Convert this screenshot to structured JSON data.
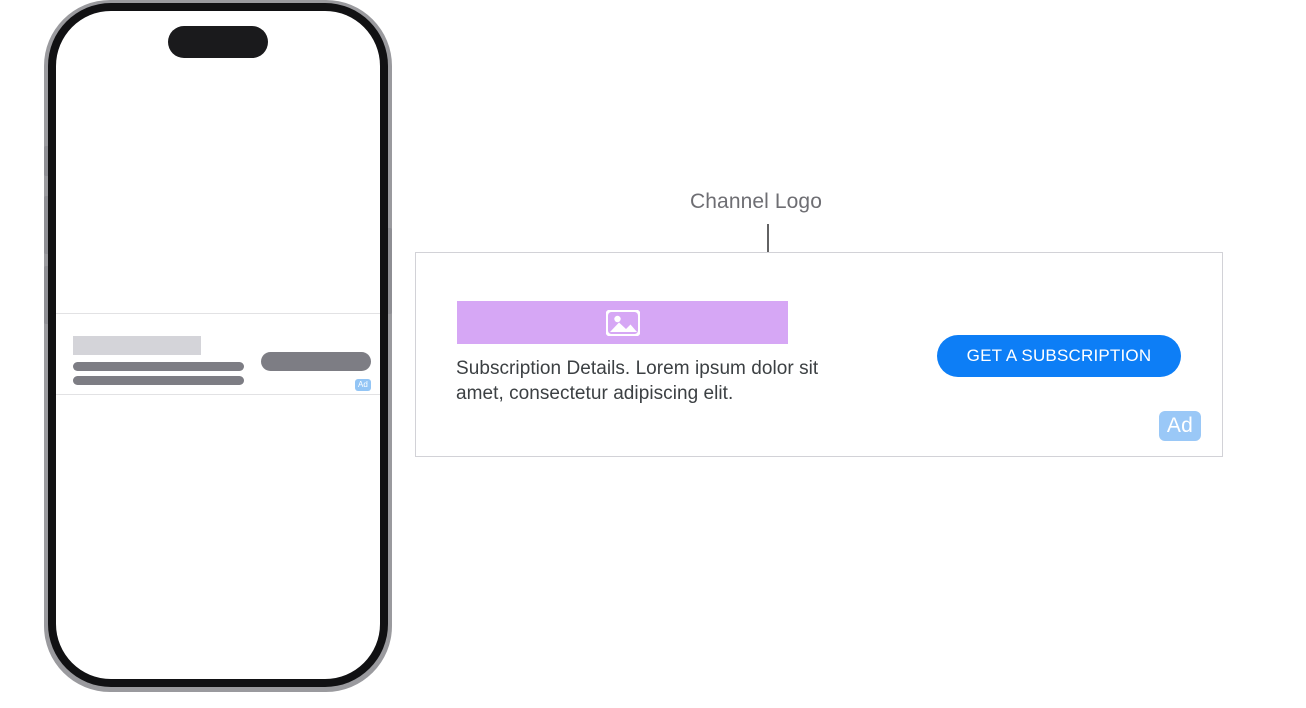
{
  "phone_mockup": {
    "name": "smartphone-mockup",
    "ad_banner": {
      "logo_placeholder": "",
      "text_line_1": "",
      "text_line_2": "",
      "cta_pill": "",
      "ad_badge": "Ad"
    }
  },
  "callout": {
    "label": "Channel Logo"
  },
  "detail_panel": {
    "logo_placeholder_icon": "image-placeholder-icon",
    "description": "Subscription Details. Lorem ipsum dolor sit amet, consectetur adipiscing elit.",
    "cta_label": "GET A SUBSCRIPTION",
    "ad_badge": "Ad"
  },
  "colors": {
    "logo_placeholder": "#D6A7F5",
    "cta_blue": "#0D7EF6",
    "ad_badge_blue": "#9AC8F7",
    "panel_border": "#D2D2D7",
    "text_dark": "#3C4043",
    "callout_grey": "#6E6E73",
    "phone_frame": "#9A9A9E",
    "phone_bezel": "#111113",
    "placeholder_light": "#D4D4D9",
    "placeholder_dark": "#7D7D84"
  }
}
